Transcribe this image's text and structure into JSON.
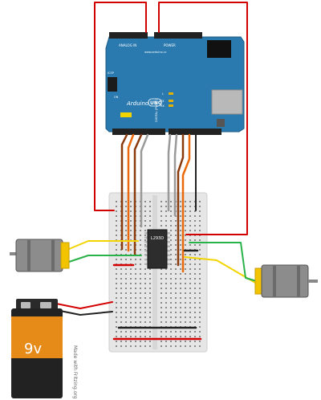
{
  "arduino": {
    "brand": "Arduino",
    "model": "UNO",
    "header_top_label": "ANALOG IN",
    "header_power_label": "POWER",
    "header_digital_label": "DIGITAL (PWM~)",
    "icsp_label": "ICSP",
    "led_tx": "TX",
    "led_rx": "RX",
    "led_l": "L",
    "led_on": "ON",
    "website": "www.arduino.cc",
    "board_color": "#2a7ab0"
  },
  "chip": {
    "label": "L293D"
  },
  "battery": {
    "voltage": "9v"
  },
  "credit": {
    "text": "Made with Fritzing.org"
  },
  "colors": {
    "wire_red": "#d40000",
    "wire_black": "#222222",
    "wire_brown": "#8b3a0e",
    "wire_orange": "#ea6a0b",
    "wire_grey": "#9a9a9a",
    "wire_yellow": "#f2d500",
    "wire_green": "#29b24a"
  }
}
